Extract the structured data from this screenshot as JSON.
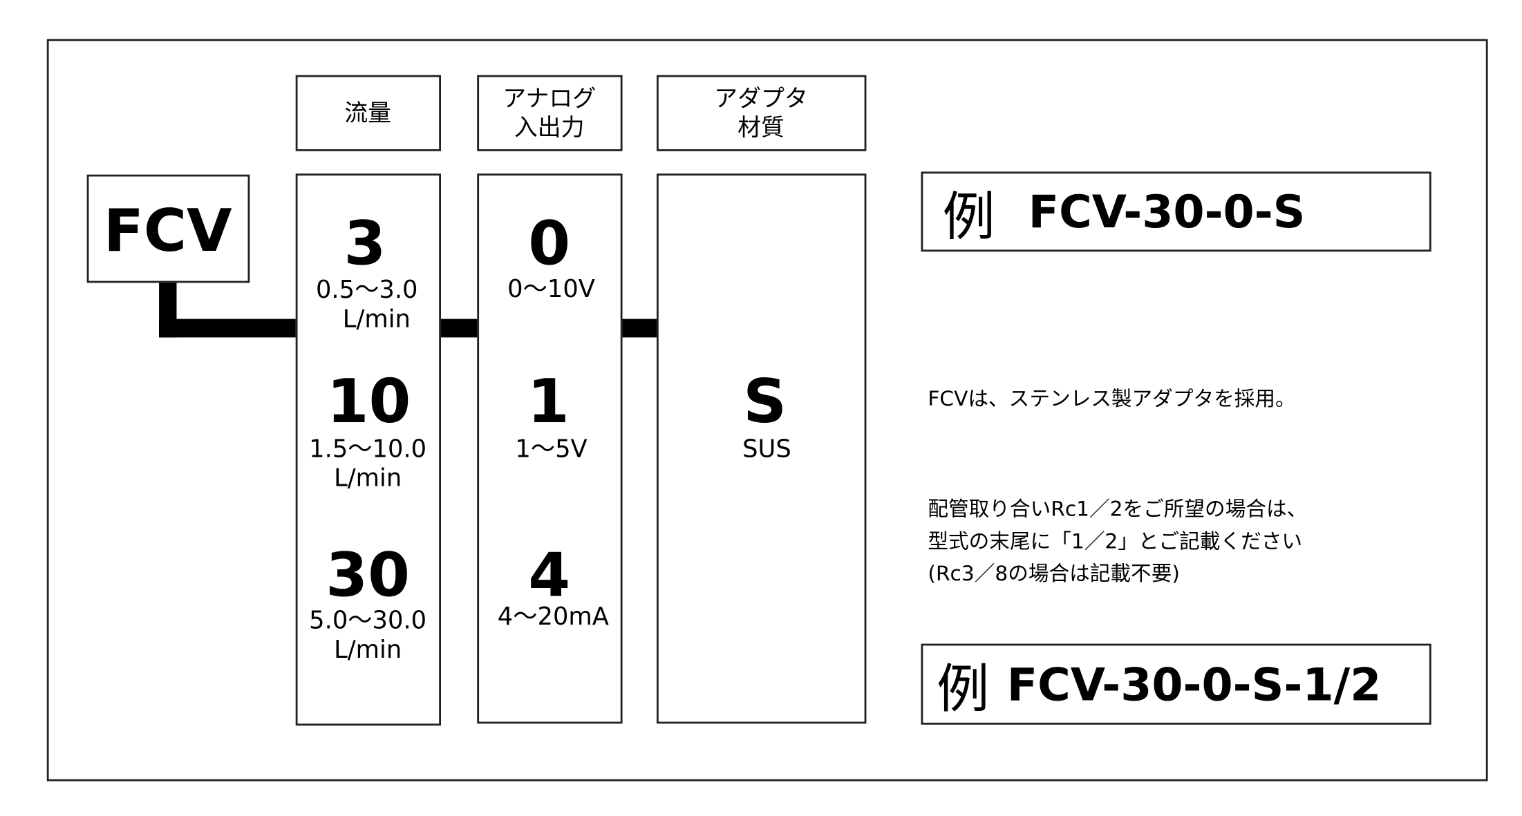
{
  "prefix": "FCV",
  "headers": {
    "flow": "流量",
    "analog_line1": "アナログ",
    "analog_line2": "入出力",
    "adapter_line1": "アダプタ",
    "adapter_line2": "材質"
  },
  "flow_options": [
    {
      "code": "3",
      "range": "0.5〜3.0",
      "unit": "L/min"
    },
    {
      "code": "10",
      "range": "1.5〜10.0",
      "unit": "L/min"
    },
    {
      "code": "30",
      "range": "5.0〜30.0",
      "unit": "L/min"
    }
  ],
  "analog_options": [
    {
      "code": "0",
      "range": "0〜10V"
    },
    {
      "code": "1",
      "range": "1〜5V"
    },
    {
      "code": "4",
      "range": "4〜20mA"
    }
  ],
  "adapter_options": [
    {
      "code": "S",
      "material": "SUS"
    }
  ],
  "notes": {
    "adapter": "FCVは、ステンレス製アダプタを採用。",
    "piping_line1": "配管取り合いRc1／2をご所望の場合は、",
    "piping_line2": "型式の末尾に「1／2」とご記載ください",
    "piping_line3": "(Rc3／8の場合は記載不要)"
  },
  "examples": [
    {
      "label": "例",
      "code": "FCV-30-0-S"
    },
    {
      "label": "例",
      "code": "FCV-30-0-S-1/2"
    }
  ]
}
